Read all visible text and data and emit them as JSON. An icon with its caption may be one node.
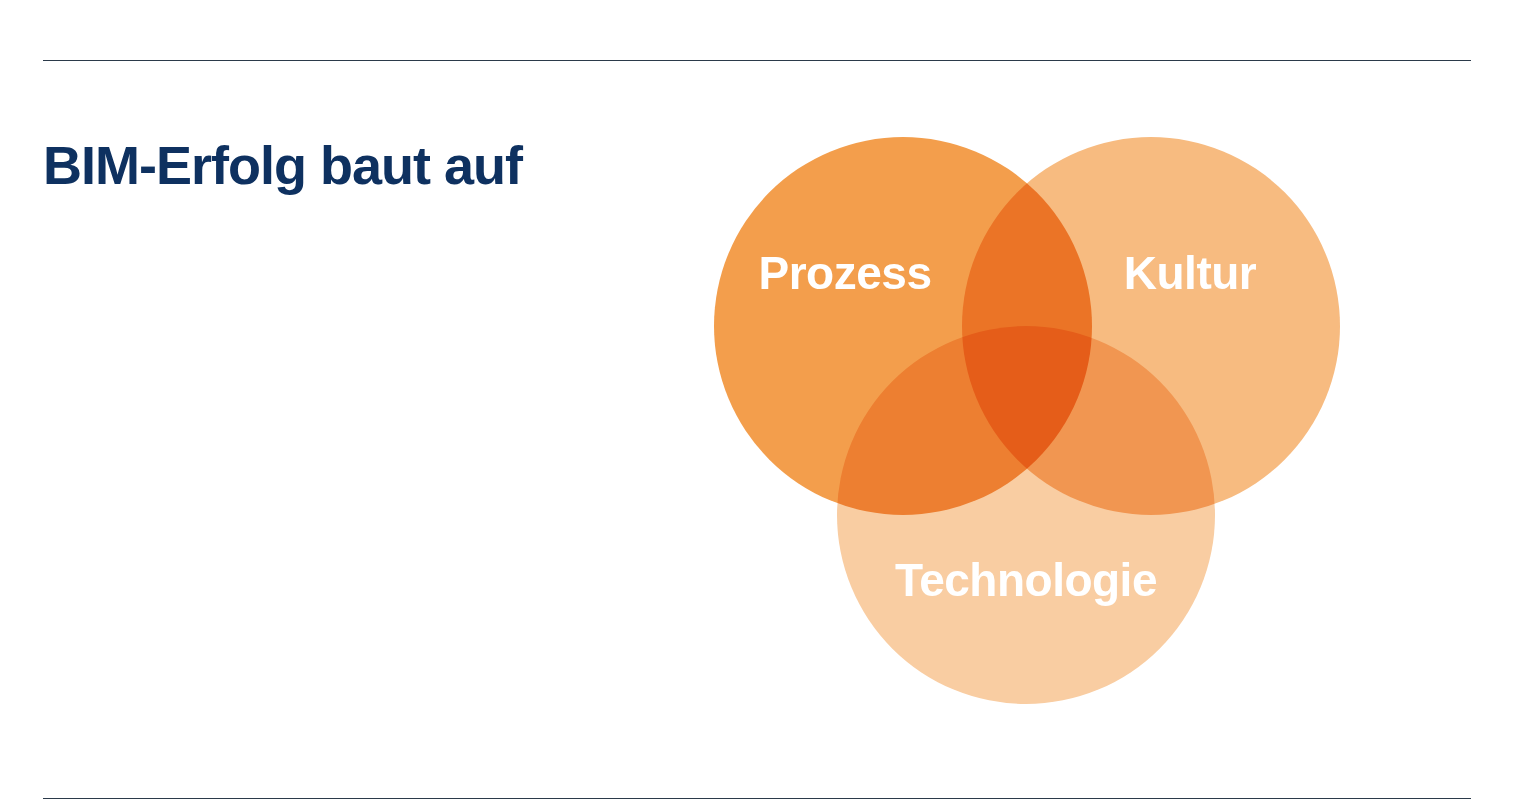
{
  "diagram": {
    "title": "BIM-Erfolg baut auf",
    "nodes": [
      {
        "text": [
          "Prozess"
        ]
      },
      {
        "text": [
          "Kultur"
        ]
      },
      {
        "text": [
          "Technologie"
        ]
      }
    ]
  }
}
